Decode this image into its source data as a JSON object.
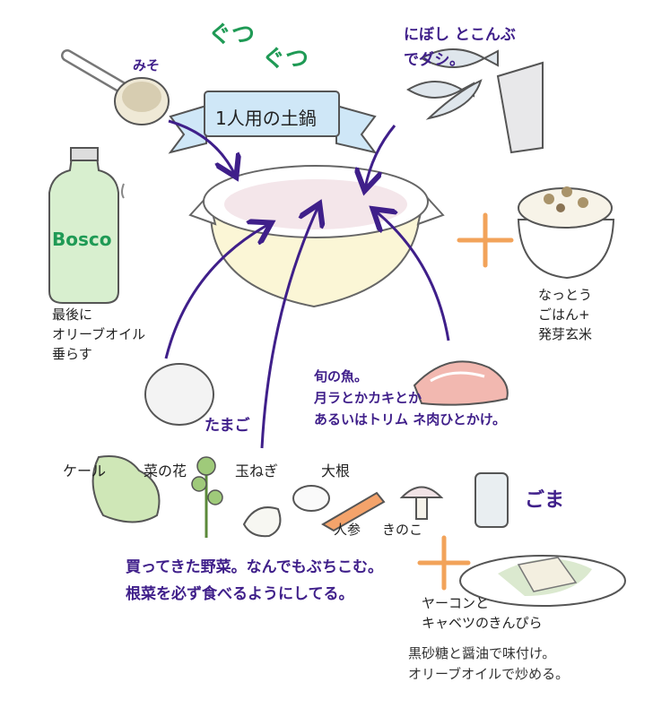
{
  "labels": {
    "gutsu1": "ぐつ",
    "gutsu2": "ぐつ",
    "banner": "1人用の土鍋",
    "miso": "みそ",
    "dashi": "にぼし とこんぶ\nでダシ。",
    "bottle_brand": "Bosco",
    "olive_note": "最後に\nオリーブオイル\n垂らす",
    "natto": "なっとう\nごはん+\n発芽玄米",
    "egg": "たまご",
    "fish": "旬の魚。\n月ラとかカキとか\nあるいはトリム ネ肉ひとかけ。",
    "kale": "ケール",
    "nanohana": "菜の花",
    "onion": "玉ねぎ",
    "daikon": "大根",
    "goma": "ごま",
    "ninjin": "人参",
    "kinoko": "きのこ",
    "veg_note": "買ってきた野菜。なんでもぶちこむ。\n根菜を必ず食べるようにしてる。",
    "kinpira": "ヤーコンと\nキャベツのきんぴら",
    "kinpira_note": "黒砂糖と醤油で味付け。\nオリーブオイルで炒める。"
  },
  "colors": {
    "ink": "#3f1f8a",
    "banner_fill": "#cfe7f7",
    "green_text": "#1f9a55",
    "plus": "#f2a35a",
    "pot_fill": "#fbf6d6",
    "salmon": "#f2b8b0"
  }
}
